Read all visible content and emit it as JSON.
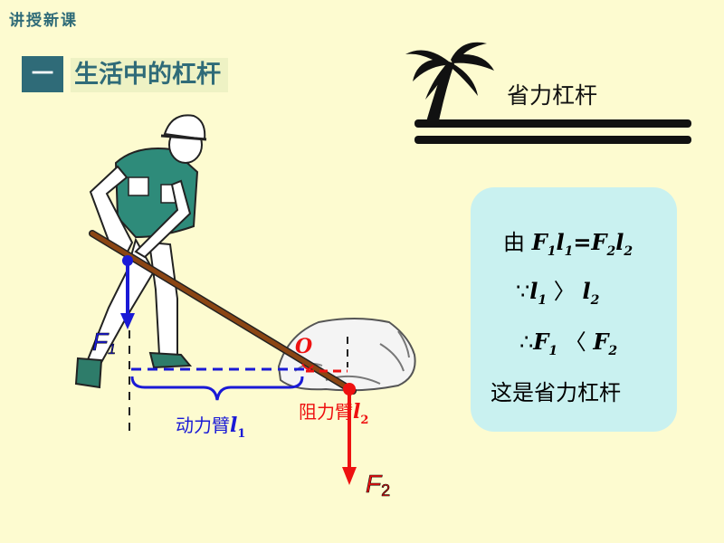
{
  "header": {
    "label": "讲授新课"
  },
  "section": {
    "number": "一",
    "title": "生活中的杠杆"
  },
  "lever_type": "省力杠杆",
  "info": {
    "line1_prefix": "由 ",
    "line2_prefix": "∵",
    "line2_relation": "〉",
    "line3_prefix": "∴",
    "line3_relation": "〈",
    "conclusion": "这是省力杠杆"
  },
  "symbols": {
    "F": "F",
    "l": "l",
    "sub1": "1",
    "sub2": "2",
    "eq": "=",
    "O": "O"
  },
  "labels": {
    "effort_arm": "动力臂",
    "resistance_arm": "阻力臂"
  },
  "colors": {
    "effort": "#1a1ad6",
    "resistance": "#e11111",
    "lever": "#8b4513",
    "shirt": "#2e8b7a",
    "box": "#c9f1f0"
  },
  "icons": [
    "palm-tree-icon"
  ]
}
